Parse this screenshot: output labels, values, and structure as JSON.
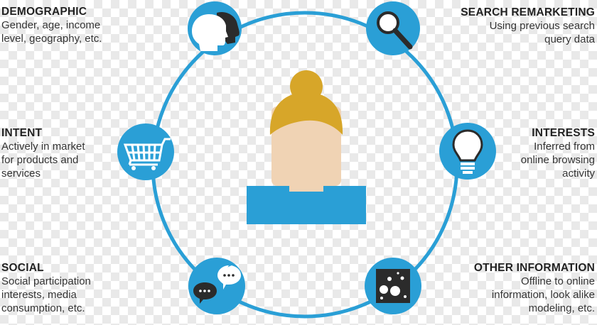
{
  "colors": {
    "ring": "#2a9fd6",
    "node_fill": "#2a9fd6",
    "icon_dark": "#2b2b2b",
    "hair": "#d7a629",
    "skin": "#f0d3b4",
    "shirt": "#2a9fd6"
  },
  "categories": [
    {
      "id": "demographic",
      "title": "DEMOGRAPHIC",
      "desc": "Gender, age, income\nlevel, geography, etc.",
      "icon": "head-profile-icon"
    },
    {
      "id": "search",
      "title": "SEARCH REMARKETING",
      "desc": "Using previous search\nquery data",
      "icon": "magnifier-icon"
    },
    {
      "id": "intent",
      "title": "INTENT",
      "desc": "Actively in market\nfor products and\nservices",
      "icon": "shopping-cart-icon"
    },
    {
      "id": "interests",
      "title": "INTERESTS",
      "desc": "Inferred from\nonline browsing\nactivity",
      "icon": "lightbulb-icon"
    },
    {
      "id": "social",
      "title": "SOCIAL",
      "desc": "Social participation\ninterests, media\nconsumption, etc.",
      "icon": "chat-bubbles-icon"
    },
    {
      "id": "other",
      "title": "OTHER INFORMATION",
      "desc": "Offline to online\ninformation, look alike\nmodeling, etc.",
      "icon": "data-cube-icon"
    }
  ]
}
